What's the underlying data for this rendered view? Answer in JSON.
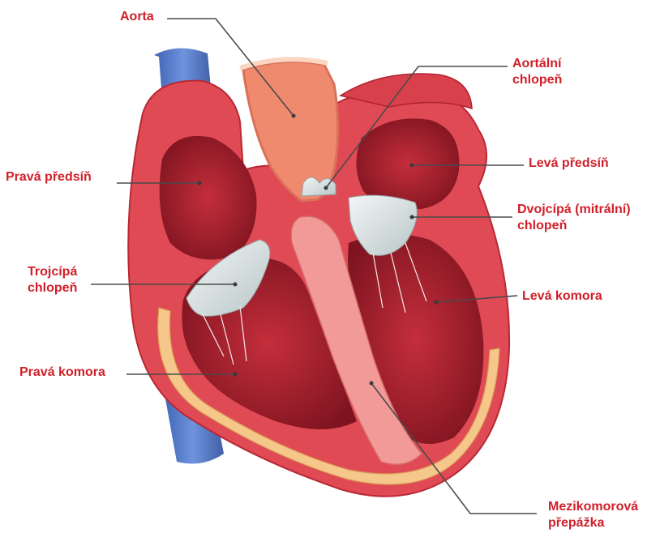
{
  "labels": {
    "aorta": "Aorta",
    "aortic_valve": [
      "Aortální",
      "chlopeň"
    ],
    "right_atrium": "Pravá předsíň",
    "left_atrium": "Levá předsíň",
    "mitral_valve": [
      "Dvojcípá (mitrální)",
      "chlopeň"
    ],
    "tricuspid_valve": [
      "Trojcípá",
      "chlopeň"
    ],
    "left_ventricle": "Levá komora",
    "right_ventricle": "Pravá komora",
    "septum": [
      "Mezikomorová",
      "přepážka"
    ]
  },
  "colors": {
    "label": "#d11f2a",
    "leader_line": "#4a4a4a",
    "vena_cava": "#4f78c8",
    "myocardium": "#e04a55",
    "chamber": "#a8202e",
    "septum": "#f29a98",
    "valve": "#dfe6e6",
    "aorta_inner": "#f08a6e",
    "fat": "#f5c78a"
  }
}
